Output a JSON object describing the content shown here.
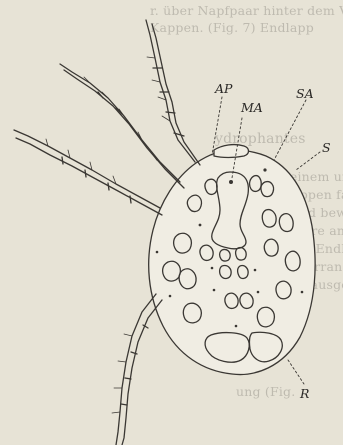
{
  "background_text": {
    "line_1": "r. über Napfpaar hinter dem Ven",
    "line_2": "Kappen. (Fig. 7) Endlapp",
    "heading_fragment": "ydrophantes",
    "body_lines": [
      "ckenseite mit einem ungeteilt",
      "r Rand ohne Kappen fast halbkug",
      "gen sehr lang und bewaffnet,",
      "ein Paar Napfpaare am Seitenrande",
      "s, Hinterrand mit Endlappen und",
      "schildchen. Vorderrand (?) Ränd",
      "it Drüsenkappen ausgestattet."
    ],
    "bottom_fragment": "ung (Fig."
  },
  "figure": {
    "labels": {
      "ap": "AP",
      "ma": "MA",
      "sa": "SA",
      "s": "S",
      "r": "R"
    }
  }
}
